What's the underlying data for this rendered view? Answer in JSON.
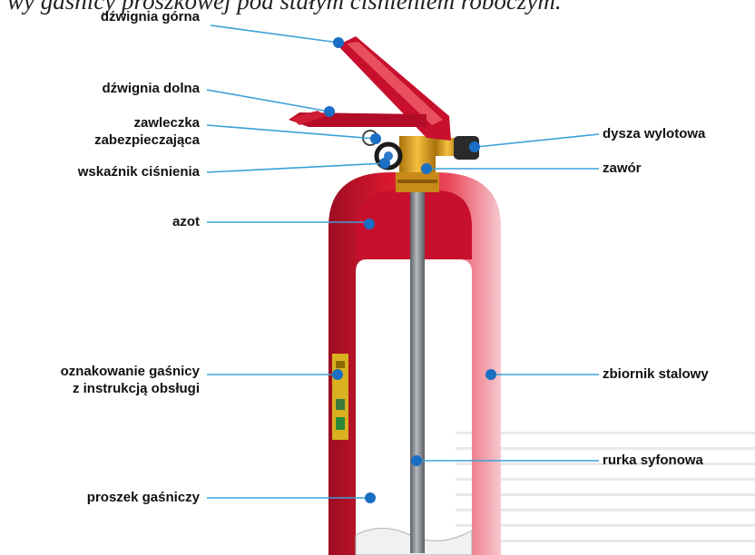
{
  "caption": "wy gaśnicy proszkowej pod stałym ciśnieniem roboczym.",
  "labels": {
    "dzwignia_gorna": "dźwignia górna",
    "dzwignia_dolna": "dźwignia dolna",
    "zawleczka_1": "zawleczka",
    "zawleczka_2": "zabezpieczająca",
    "wskaznik": "wskaźnik ciśnienia",
    "azot": "azot",
    "oznakowanie_1": "oznakowanie gaśnicy",
    "oznakowanie_2": "z instrukcją obsługi",
    "proszek": "proszek gaśniczy",
    "dysza": "dysza wylotowa",
    "zawor": "zawór",
    "zbiornik": "zbiornik stalowy",
    "rurka": "rurka syfonowa"
  },
  "colors": {
    "body_red": "#c8102e",
    "leader_line": "#3aa0d8",
    "dot": "#1a6fc4",
    "valve_brass": "#e0a020",
    "siphon_grey": "#8c9094"
  }
}
